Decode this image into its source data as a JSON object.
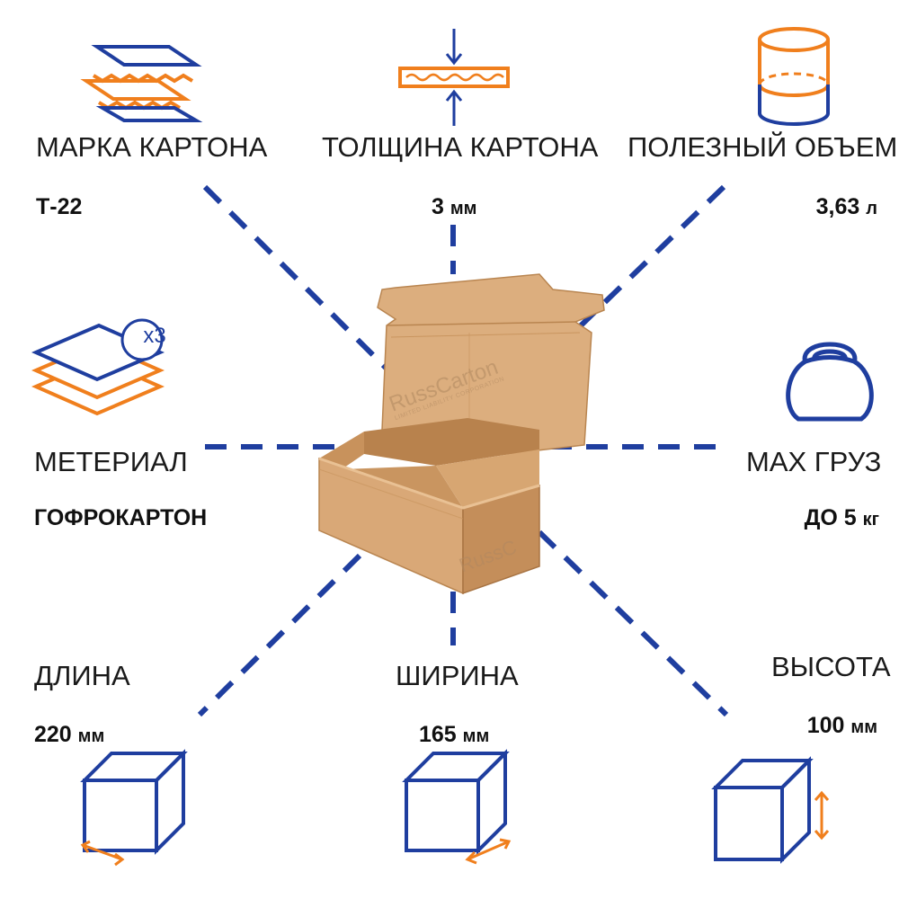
{
  "colors": {
    "blue": "#1f3e9f",
    "orange": "#f07f1d",
    "dash": "#1f3e9f",
    "cardboard": "#d9a877",
    "cardboard_dark": "#c48e5a",
    "cardboard_light": "#e6bd8f"
  },
  "specs": {
    "grade": {
      "label": "МАРКА КАРТОНА",
      "value": "Т-22"
    },
    "thickness": {
      "label": "ТОЛЩИНА КАРТОНА",
      "value": "3",
      "unit": "мм"
    },
    "volume": {
      "label": "ПОЛЕЗНЫЙ ОБЪЕМ",
      "value": "3,63",
      "unit": "л"
    },
    "material": {
      "label": "МЕТЕРИАЛ",
      "value": "ГОФРОКАРТОН"
    },
    "max_load": {
      "label": "MAX ГРУЗ",
      "value": "ДО 5",
      "unit": "кг"
    },
    "length": {
      "label": "ДЛИНА",
      "value": "220",
      "unit": "мм"
    },
    "width": {
      "label": "ШИРИНА",
      "value": "165",
      "unit": "мм"
    },
    "height": {
      "label": "ВЫСОТА",
      "value": "100",
      "unit": "мм"
    }
  },
  "icons": {
    "layers_badge": "x3",
    "grade": "cardboard-layers-icon",
    "thickness": "thickness-gauge-icon",
    "volume": "cylinder-volume-icon",
    "material": "three-layers-icon",
    "max_load": "kettlebell-icon",
    "length": "cube-length-icon",
    "width": "cube-width-icon",
    "height": "cube-height-icon"
  },
  "watermark": {
    "brand": "RussCarton",
    "tagline": "LIMITED LIABILITY CORPORATION",
    "brand_short": "RussC"
  }
}
